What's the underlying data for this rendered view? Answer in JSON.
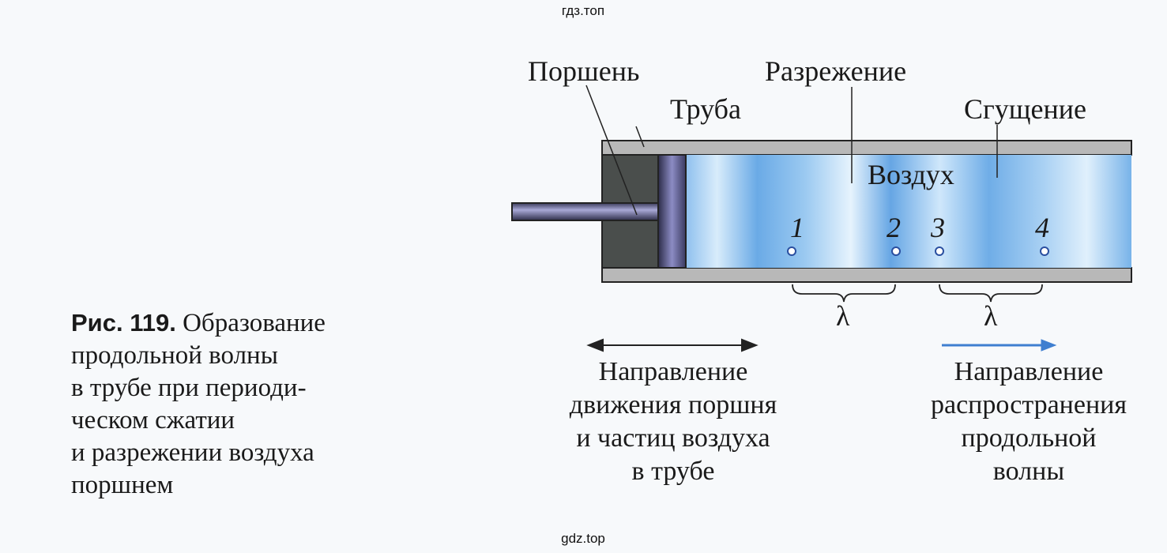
{
  "watermark_top": "гдз.топ",
  "watermark_bottom": "gdz.top",
  "labels": {
    "piston": "Поршень",
    "tube": "Труба",
    "rarefaction": "Разрежение",
    "compression": "Сгущение",
    "air": "Воздух",
    "lambda": "λ"
  },
  "points": [
    "1",
    "2",
    "3",
    "4"
  ],
  "caption": {
    "number": "Рис. 119.",
    "lines": [
      "Образование",
      "продольной волны",
      "в трубе при периоди-",
      "ческом сжатии",
      "и разрежении воздуха",
      "поршнем"
    ]
  },
  "piston_direction": {
    "lines": [
      "Направление",
      "движения поршня",
      "и частиц воздуха",
      "в трубе"
    ]
  },
  "wave_direction": {
    "lines": [
      "Направление",
      "распространения",
      "продольной",
      "волны"
    ]
  },
  "colors": {
    "air": "#7fb8ec",
    "arrow_blue": "#3f7fd0",
    "wall": "#b8b8b8"
  }
}
